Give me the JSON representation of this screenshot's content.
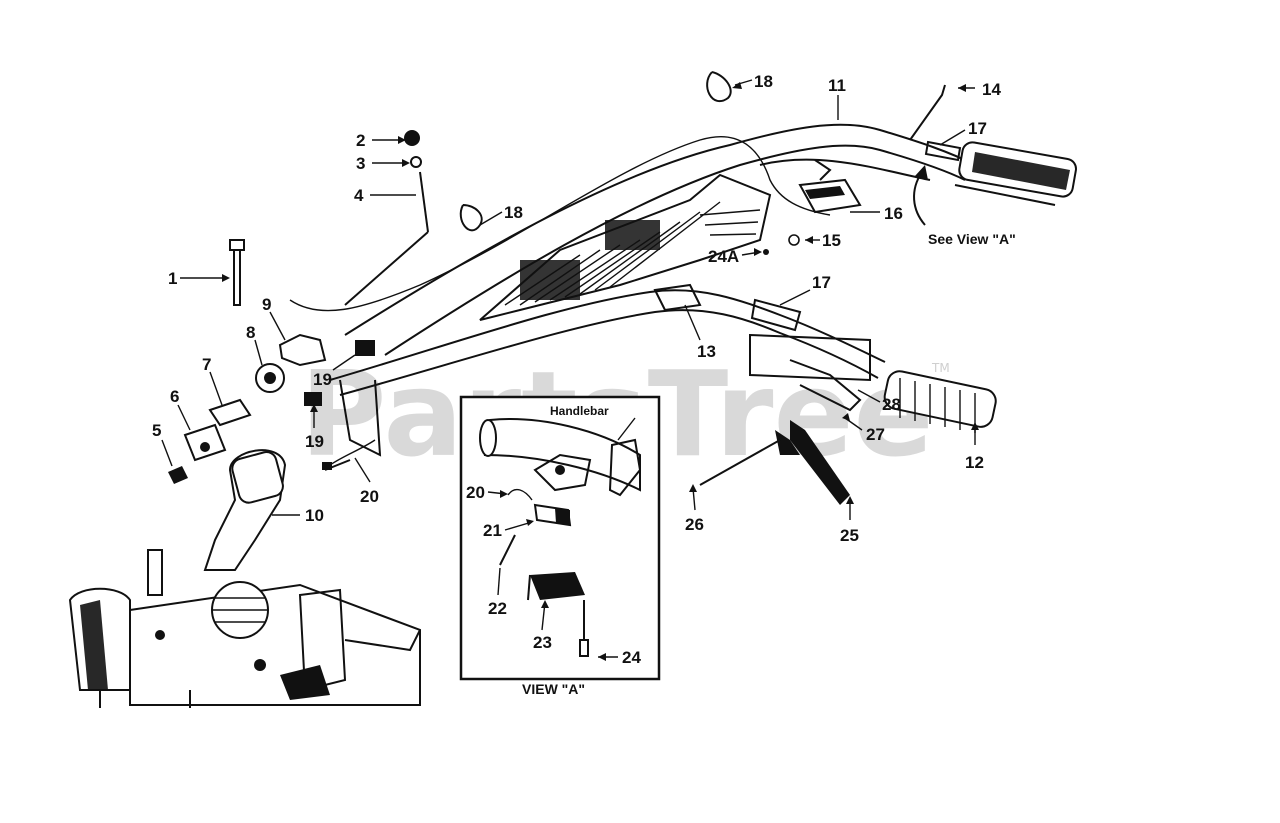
{
  "watermark": {
    "text": "PartsTree",
    "mark": "TM"
  },
  "callouts": {
    "c1": "1",
    "c2": "2",
    "c3": "3",
    "c4": "4",
    "c5": "5",
    "c6": "6",
    "c7": "7",
    "c8": "8",
    "c9": "9",
    "c10": "10",
    "c11": "11",
    "c12": "12",
    "c13": "13",
    "c14": "14",
    "c15": "15",
    "c16": "16",
    "c17a": "17",
    "c17b": "17",
    "c18a": "18",
    "c18b": "18",
    "c19a": "19",
    "c19b": "19",
    "c20a": "20",
    "c20b": "20",
    "c21": "21",
    "c22": "22",
    "c23": "23",
    "c24": "24",
    "c24a": "24A",
    "c25": "25",
    "c26": "26",
    "c27": "27",
    "c28": "28"
  },
  "notes": {
    "see_view": "See View \"A\"",
    "inset_title": "VIEW \"A\"",
    "inset_label": "Handlebar"
  }
}
